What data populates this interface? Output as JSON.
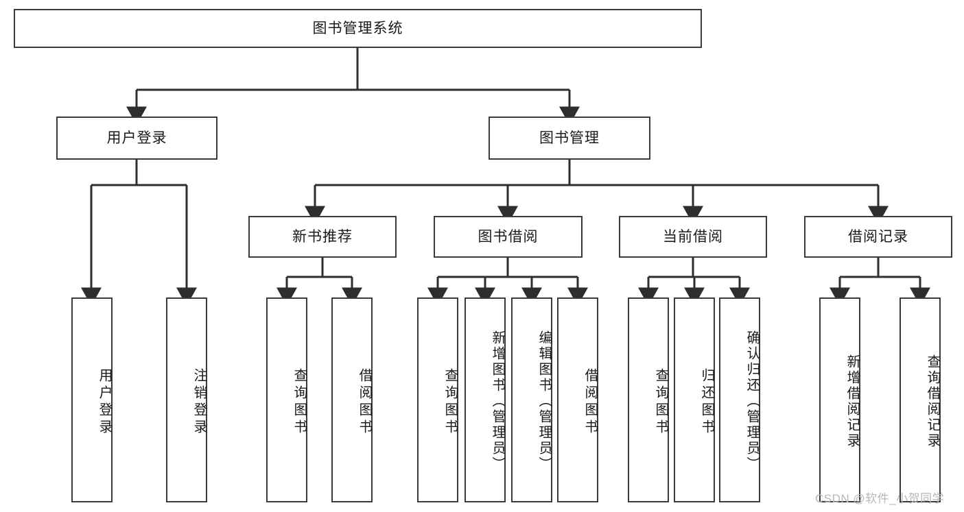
{
  "diagram": {
    "title_node": {
      "label": "图书管理系统"
    },
    "level2": [
      {
        "id": "user-login",
        "label": "用户登录"
      },
      {
        "id": "book-manage",
        "label": "图书管理"
      }
    ],
    "level3": [
      {
        "id": "new-book-rec",
        "label": "新书推荐"
      },
      {
        "id": "book-borrow",
        "label": "图书借阅"
      },
      {
        "id": "current-borrow",
        "label": "当前借阅"
      },
      {
        "id": "borrow-record",
        "label": "借阅记录"
      }
    ],
    "leaves": [
      {
        "id": "leaf-user-login",
        "label": "用户登录",
        "parent": "user-login"
      },
      {
        "id": "leaf-logout",
        "label": "注销登录",
        "parent": "user-login"
      },
      {
        "id": "leaf-query-book-1",
        "label": "查询图书",
        "parent": "new-book-rec"
      },
      {
        "id": "leaf-borrow-book-1",
        "label": "借阅图书",
        "parent": "new-book-rec"
      },
      {
        "id": "leaf-query-book-2",
        "label": "查询图书",
        "parent": "book-borrow"
      },
      {
        "id": "leaf-add-book",
        "label": "新增图书（管理员）",
        "parent": "book-borrow"
      },
      {
        "id": "leaf-edit-book",
        "label": "编辑图书（管理员）",
        "parent": "book-borrow"
      },
      {
        "id": "leaf-borrow-book-2",
        "label": "借阅图书",
        "parent": "book-borrow"
      },
      {
        "id": "leaf-query-book-3",
        "label": "查询图书",
        "parent": "current-borrow"
      },
      {
        "id": "leaf-return-book",
        "label": "归还图书",
        "parent": "current-borrow"
      },
      {
        "id": "leaf-confirm-return",
        "label": "确认归还（管理员）",
        "parent": "current-borrow"
      },
      {
        "id": "leaf-add-record",
        "label": "新增借阅记录",
        "parent": "borrow-record"
      },
      {
        "id": "leaf-query-record",
        "label": "查询借阅记录",
        "parent": "borrow-record"
      }
    ],
    "colors": {
      "stroke": "#3a3a3a",
      "background": "#ffffff",
      "text": "#1a1a1a",
      "watermark": "#b7b7b7"
    }
  },
  "watermark": {
    "text": "CSDN @软件_小贺同学"
  }
}
